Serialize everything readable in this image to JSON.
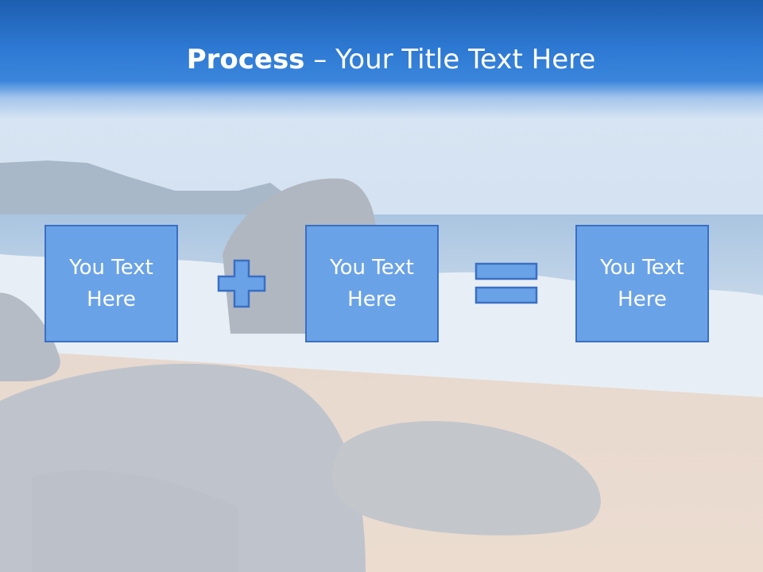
{
  "title": {
    "bold": "Process",
    "rest": " – Your Title Text Here"
  },
  "boxes": [
    {
      "text": "You Text Here"
    },
    {
      "text": "You Text Here"
    },
    {
      "text": "You Text Here"
    }
  ],
  "operators": [
    "plus-icon",
    "equals-icon"
  ],
  "colors": {
    "title_bar": "#2d78d2",
    "box_fill": "#6aa2e7",
    "box_border": "#3a6fc4"
  }
}
